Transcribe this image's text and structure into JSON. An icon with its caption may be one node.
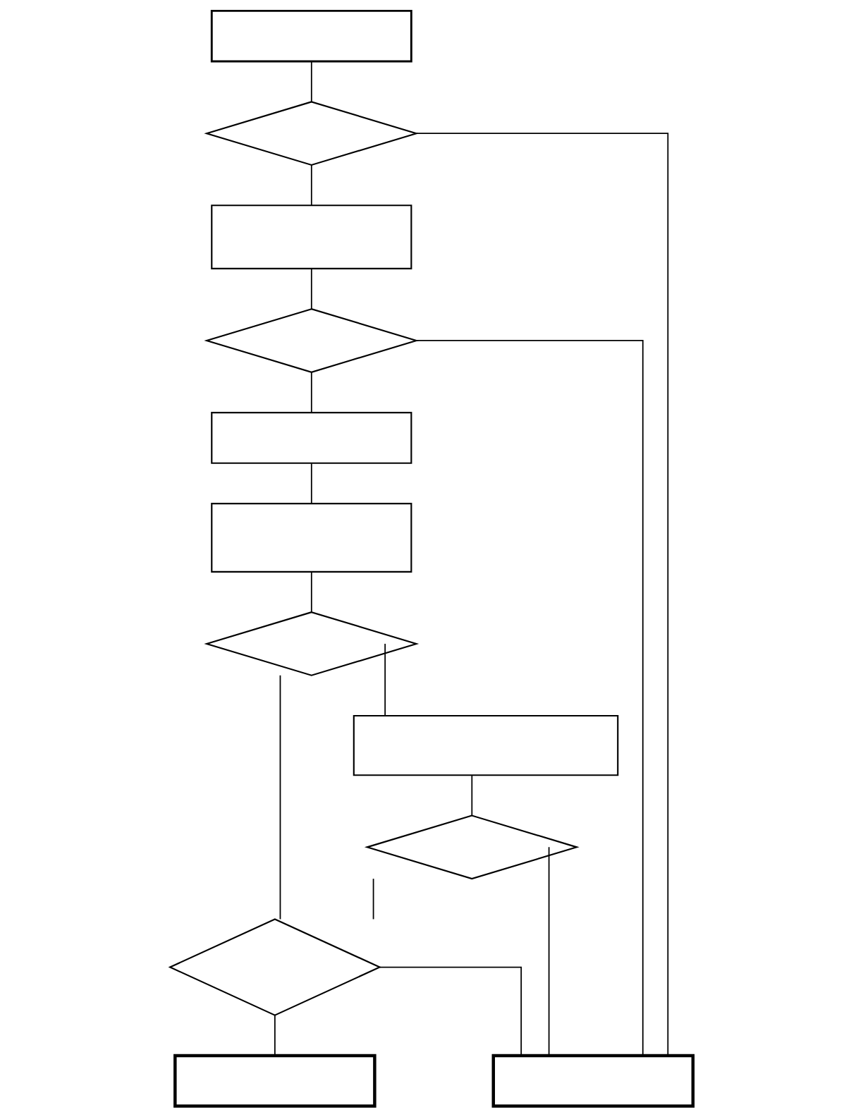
{
  "diagram": {
    "nodes": [
      {
        "text": [],
        "shape": "box"
      },
      {
        "text": [],
        "shape": "diamond"
      },
      {
        "text": [],
        "shape": "box"
      },
      {
        "text": [],
        "shape": "diamond"
      },
      {
        "text": [],
        "shape": "box"
      },
      {
        "text": [],
        "shape": "box"
      },
      {
        "text": [],
        "shape": "diamond"
      },
      {
        "text": [],
        "shape": "box"
      },
      {
        "text": [],
        "shape": "diamond"
      },
      {
        "text": [],
        "shape": "diamond"
      },
      {
        "text": [],
        "shape": "box"
      },
      {
        "text": [],
        "shape": "box"
      }
    ],
    "edges": [
      {
        "from": 0,
        "to": 1,
        "arrow": "none"
      },
      {
        "from": 1,
        "to": 2,
        "arrow": "none"
      },
      {
        "from": 2,
        "to": 3,
        "arrow": "none"
      },
      {
        "from": 3,
        "to": 4,
        "arrow": "none"
      },
      {
        "from": 4,
        "to": 5,
        "arrow": "none"
      },
      {
        "from": 5,
        "to": 6,
        "arrow": "none"
      },
      {
        "from": 6,
        "to": 7,
        "arrow": "none"
      },
      {
        "from": 7,
        "to": 8,
        "arrow": "none"
      },
      {
        "from": 6,
        "to": 9,
        "arrow": "none"
      },
      {
        "from": 8,
        "to": 9,
        "arrow": "none"
      },
      {
        "from": 9,
        "to": 10,
        "arrow": "none"
      },
      {
        "from": 1,
        "to": 11,
        "arrow": "none"
      },
      {
        "from": 3,
        "to": 11,
        "arrow": "none"
      },
      {
        "from": 8,
        "to": 11,
        "arrow": "none"
      },
      {
        "from": 9,
        "to": 11,
        "arrow": "none"
      }
    ]
  }
}
